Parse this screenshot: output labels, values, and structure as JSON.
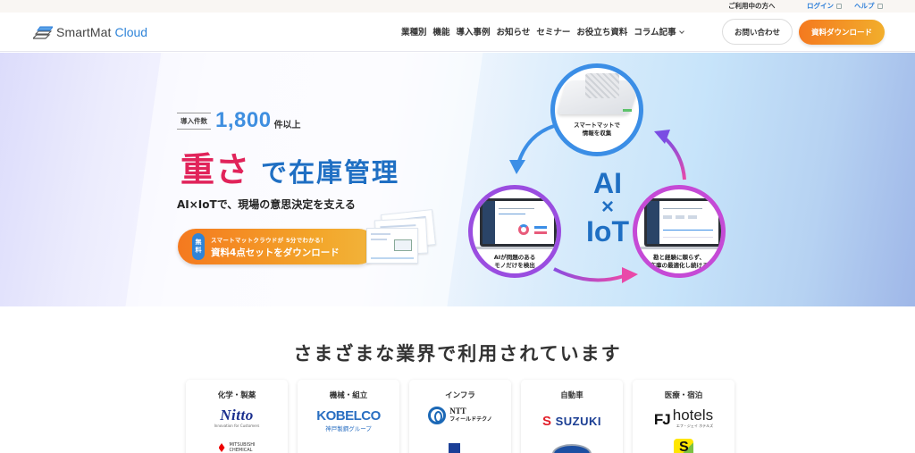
{
  "utility": {
    "for_users": "ご利用中の方へ",
    "login": "ログイン",
    "help": "ヘルプ"
  },
  "header": {
    "logo_primary": "SmartMat",
    "logo_secondary": "Cloud",
    "nav": [
      {
        "label": "業種別"
      },
      {
        "label": "機能"
      },
      {
        "label": "導入事例"
      },
      {
        "label": "お知らせ"
      },
      {
        "label": "セミナー"
      },
      {
        "label": "お役立ち資料"
      },
      {
        "label": "コラム記事"
      }
    ],
    "contact_button": "お問い合わせ",
    "download_button": "資料ダウンロード"
  },
  "hero": {
    "count_label": "導入件数",
    "count_value": "1,800",
    "count_suffix": "件以上",
    "headline_red": "重さ",
    "headline_blue": "で在庫管理",
    "subhead": "AI×IoTで、現場の意思決定を支える",
    "cta": {
      "badge_line1": "無",
      "badge_line2": "料",
      "small_text": "スマートマットクラウドが 5分でわかる！",
      "big_text": "資料4点セットをダウンロード"
    },
    "diagram": {
      "center_line1": "AI",
      "center_line2": "×",
      "center_line3": "IoT",
      "top_caption_1": "スマートマットで",
      "top_caption_2": "情報を収集",
      "left_caption_1": "AIが問題のある",
      "left_caption_2": "モノだけを検出",
      "right_caption_1": "勘と経験に頼らず、",
      "right_caption_2": "在庫の最適化し続ける"
    },
    "colors": {
      "accent_red": "#e1235a",
      "accent_blue": "#1f6fc3",
      "count_blue": "#3f8fe0",
      "cta_orange": "#f4791f"
    }
  },
  "industries": {
    "title": "さまざまな業界で利用されています",
    "cards": [
      {
        "title": "化学・製薬",
        "logo_a": "Nitto",
        "logo_a_sub": "Innovation for Customers",
        "logo_b_1": "MITSUBISHI",
        "logo_b_2": "CHEMICAL"
      },
      {
        "title": "機械・組立",
        "logo_a": "KOBELCO",
        "logo_a_sub": "神戸製鋼グループ"
      },
      {
        "title": "インフラ",
        "logo_a": "NTT",
        "logo_a_sub": "フィールドテクノ"
      },
      {
        "title": "自動車",
        "logo_a": "SUZUKI"
      },
      {
        "title": "医療・宿泊",
        "logo_a_mark": "FJ",
        "logo_a": "hotels",
        "logo_a_sub": "エフ・ジェイ ホテルズ"
      }
    ]
  }
}
